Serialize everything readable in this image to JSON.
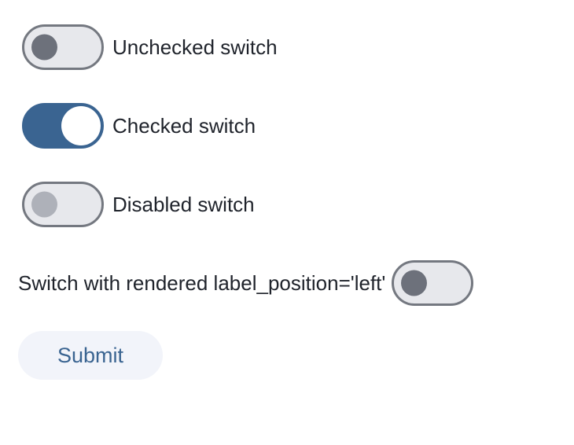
{
  "switches": [
    {
      "label": "Unchecked switch",
      "state": "unchecked",
      "label_position": "right"
    },
    {
      "label": "Checked switch",
      "state": "checked",
      "label_position": "right"
    },
    {
      "label": "Disabled switch",
      "state": "disabled",
      "label_position": "right"
    },
    {
      "label": "Switch with rendered label_position='left'",
      "state": "unchecked",
      "label_position": "left"
    }
  ],
  "submit": {
    "label": "Submit"
  },
  "colors": {
    "accent_blue": "#3a6491",
    "track_gray": "#e7e8ec",
    "border_gray": "#747880",
    "thumb_gray": "#6d717b",
    "thumb_disabled_gray": "#aeb1b9",
    "label_text": "#1f232b",
    "submit_bg": "#f2f4fa",
    "submit_text": "#3a6491",
    "page_bg": "#ffffff"
  }
}
